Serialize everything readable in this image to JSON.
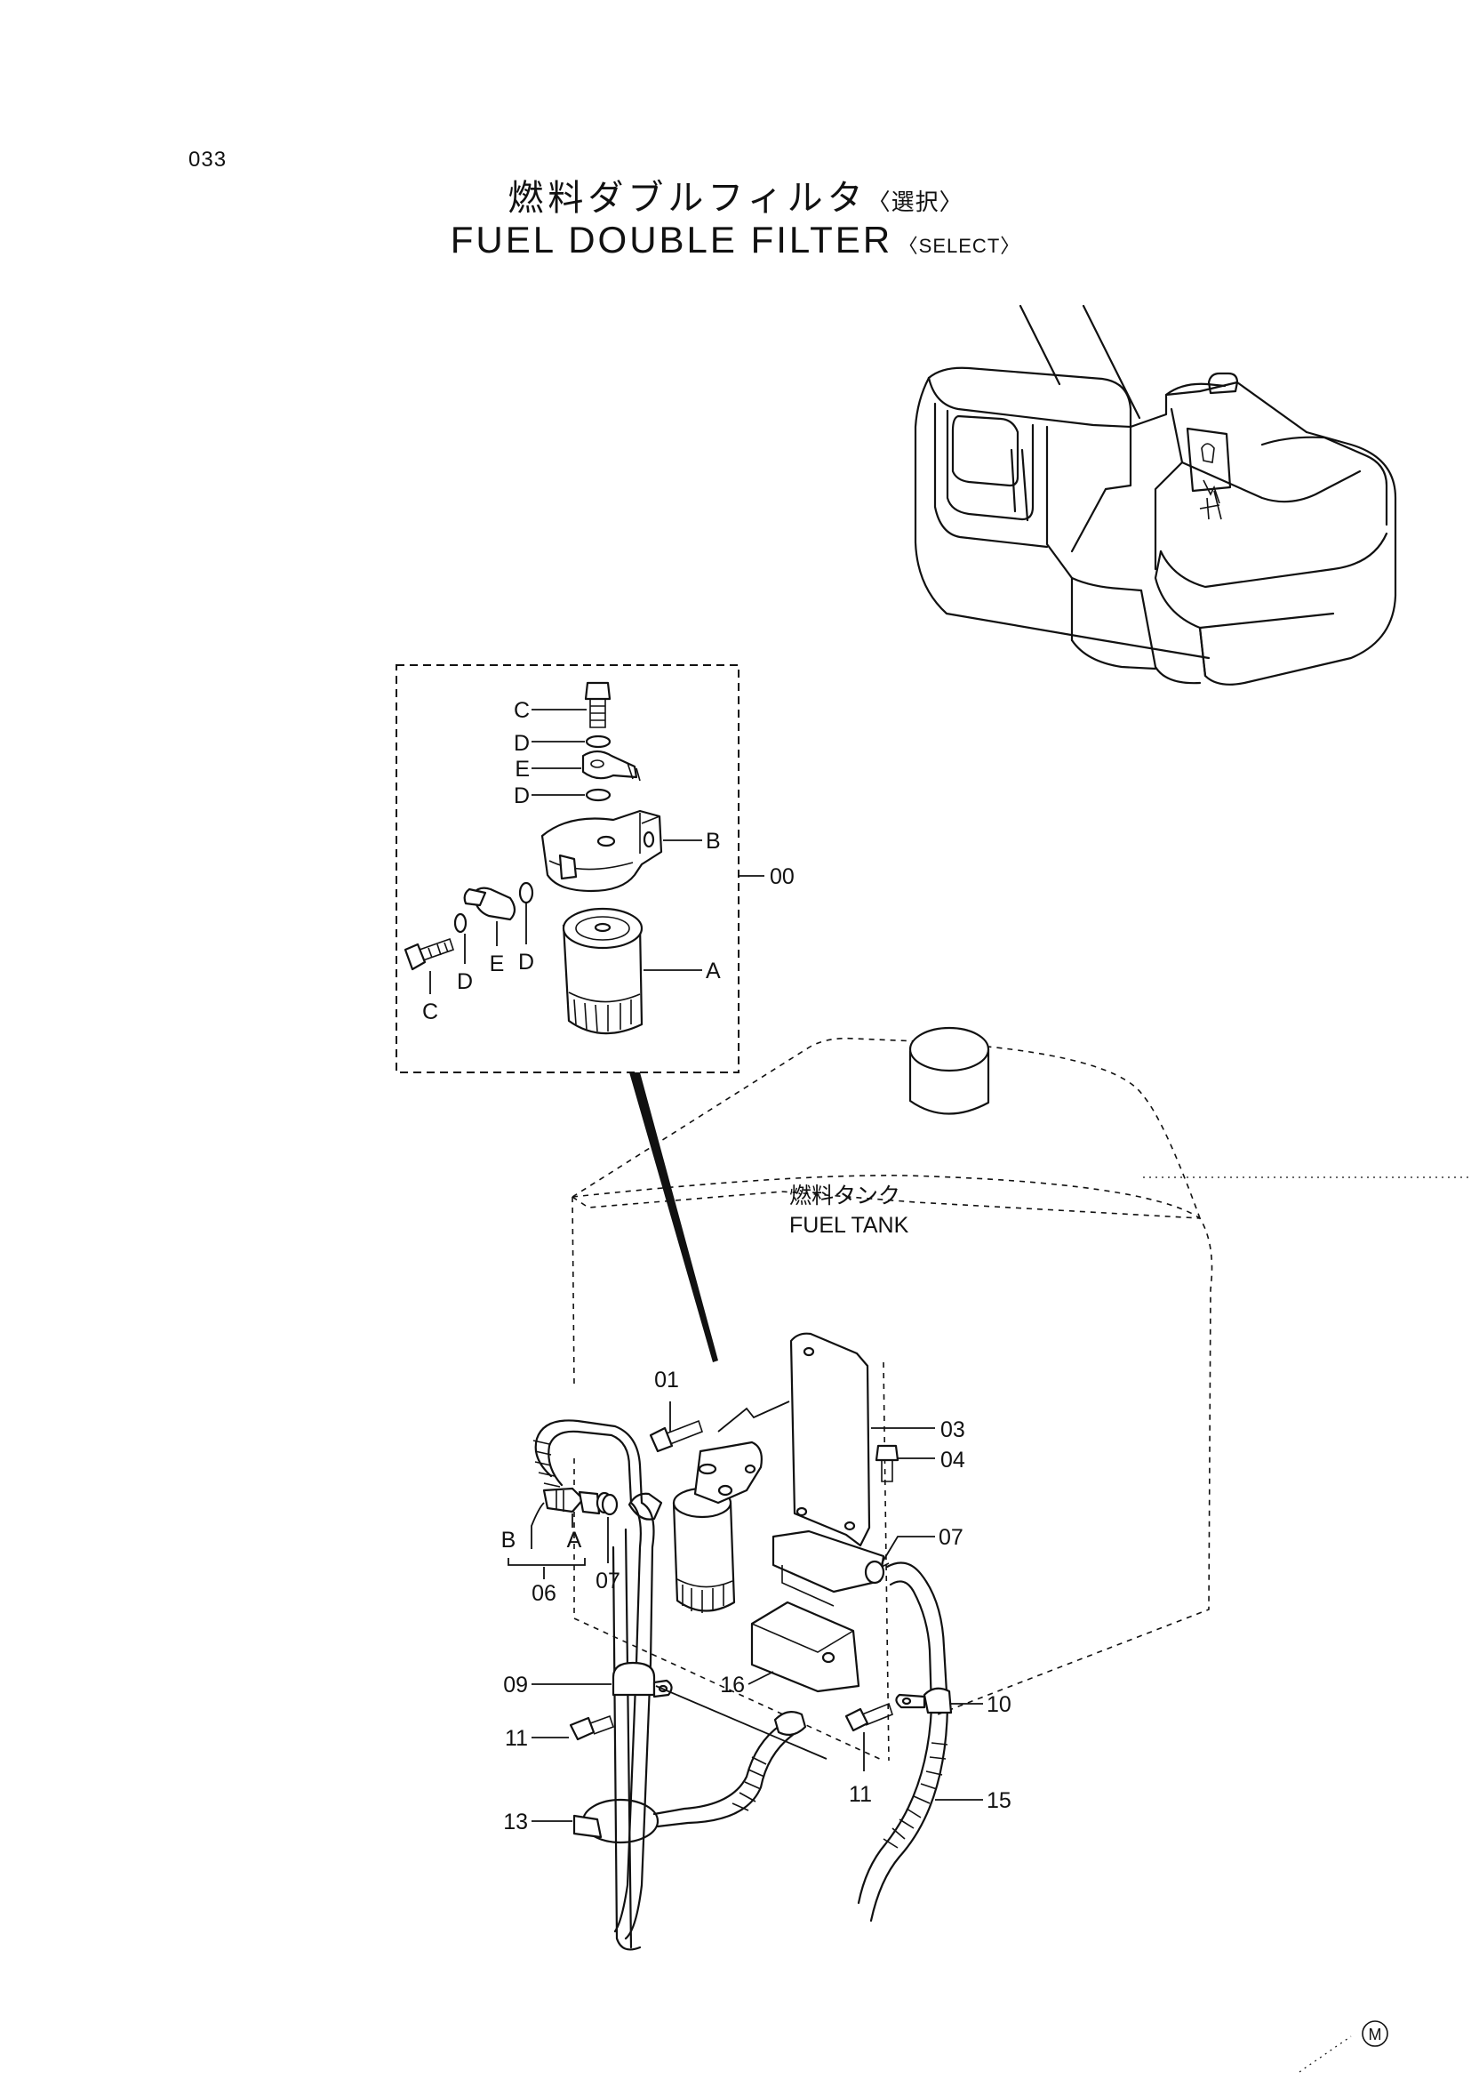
{
  "page": {
    "number": "033",
    "watermark_mark": "M"
  },
  "title": {
    "jp": "燃料ダブルフィルタ",
    "jp_qualifier": "〈選択〉",
    "en": "FUEL DOUBLE FILTER",
    "en_qualifier": "〈SELECT〉"
  },
  "tank_label": {
    "jp": "燃料タンク",
    "en": "FUEL TANK"
  },
  "detail_callouts": {
    "c_top": "C",
    "d_top": "D",
    "e_top": "E",
    "d_mid": "D",
    "b": "B",
    "assy": "00",
    "a": "A",
    "c_left": "C",
    "d_left": "D",
    "e_left": "E",
    "d_right": "D"
  },
  "part_callouts": {
    "p01": "01",
    "p03": "03",
    "p04": "04",
    "p07_right": "07",
    "b": "B",
    "a": "A",
    "p06": "06",
    "p07_left": "07",
    "p09": "09",
    "p16": "16",
    "p10": "10",
    "p11_left": "11",
    "p11_right": "11",
    "p13": "13",
    "p15": "15"
  }
}
